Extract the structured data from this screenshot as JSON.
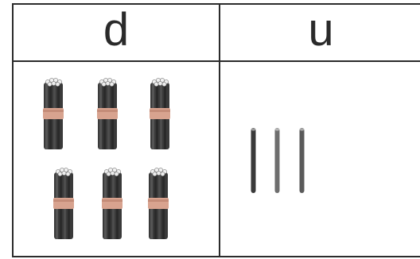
{
  "table": {
    "headers": {
      "tens": "d",
      "ones": "u"
    }
  },
  "tens_column": {
    "bundle_count": 6,
    "icon": "bundle-of-ten-sticks-icon",
    "band_color": "#d8a38f",
    "stick_color": "#2f2f2f"
  },
  "ones_column": {
    "stick_count": 3,
    "icon": "single-stick-icon",
    "stick_colors": [
      "#3a3a3a",
      "#6e6e6e",
      "#5a5a5a"
    ]
  }
}
